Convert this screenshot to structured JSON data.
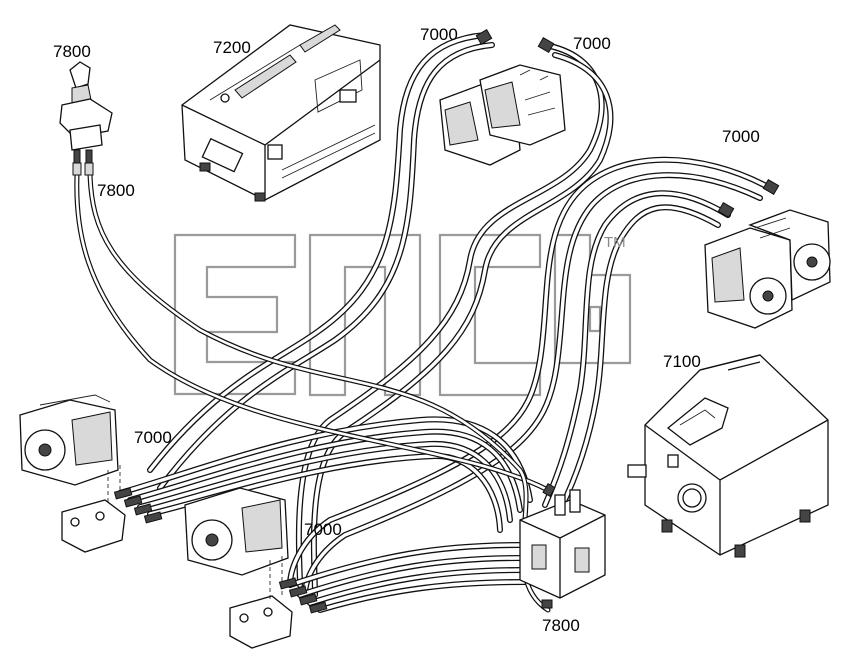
{
  "labels": {
    "joystick_top": "7800",
    "joystick_cable": "7800",
    "control_box": "7200",
    "hose_top_left": "7000",
    "hose_top_right": "7000",
    "hose_right": "7000",
    "tank": "7100",
    "hose_left_pump": "7000",
    "hose_center_pump": "7000",
    "valve_block": "7800"
  },
  "watermark": {
    "trademark": "TM"
  }
}
